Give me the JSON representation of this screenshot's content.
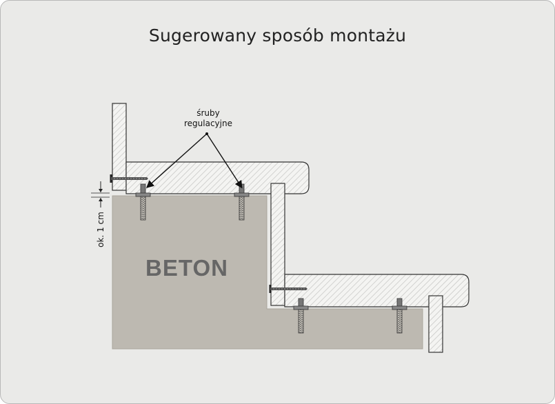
{
  "title": "Sugerowany sposób montażu",
  "labels": {
    "screws_line1": "śruby",
    "screws_line2": "regulacyjne",
    "dimension": "ok. 1 cm",
    "material": "BETON"
  },
  "colors": {
    "background": "#eaeae8",
    "concrete": "#bdb9b1",
    "wood": "#f2f2f0",
    "outline": "#333333",
    "hatch": "#bcbcbc"
  },
  "icons": [
    "wood-screw-icon",
    "adjustment-screw-icon",
    "arrow-icon",
    "dimension-marker-icon"
  ]
}
